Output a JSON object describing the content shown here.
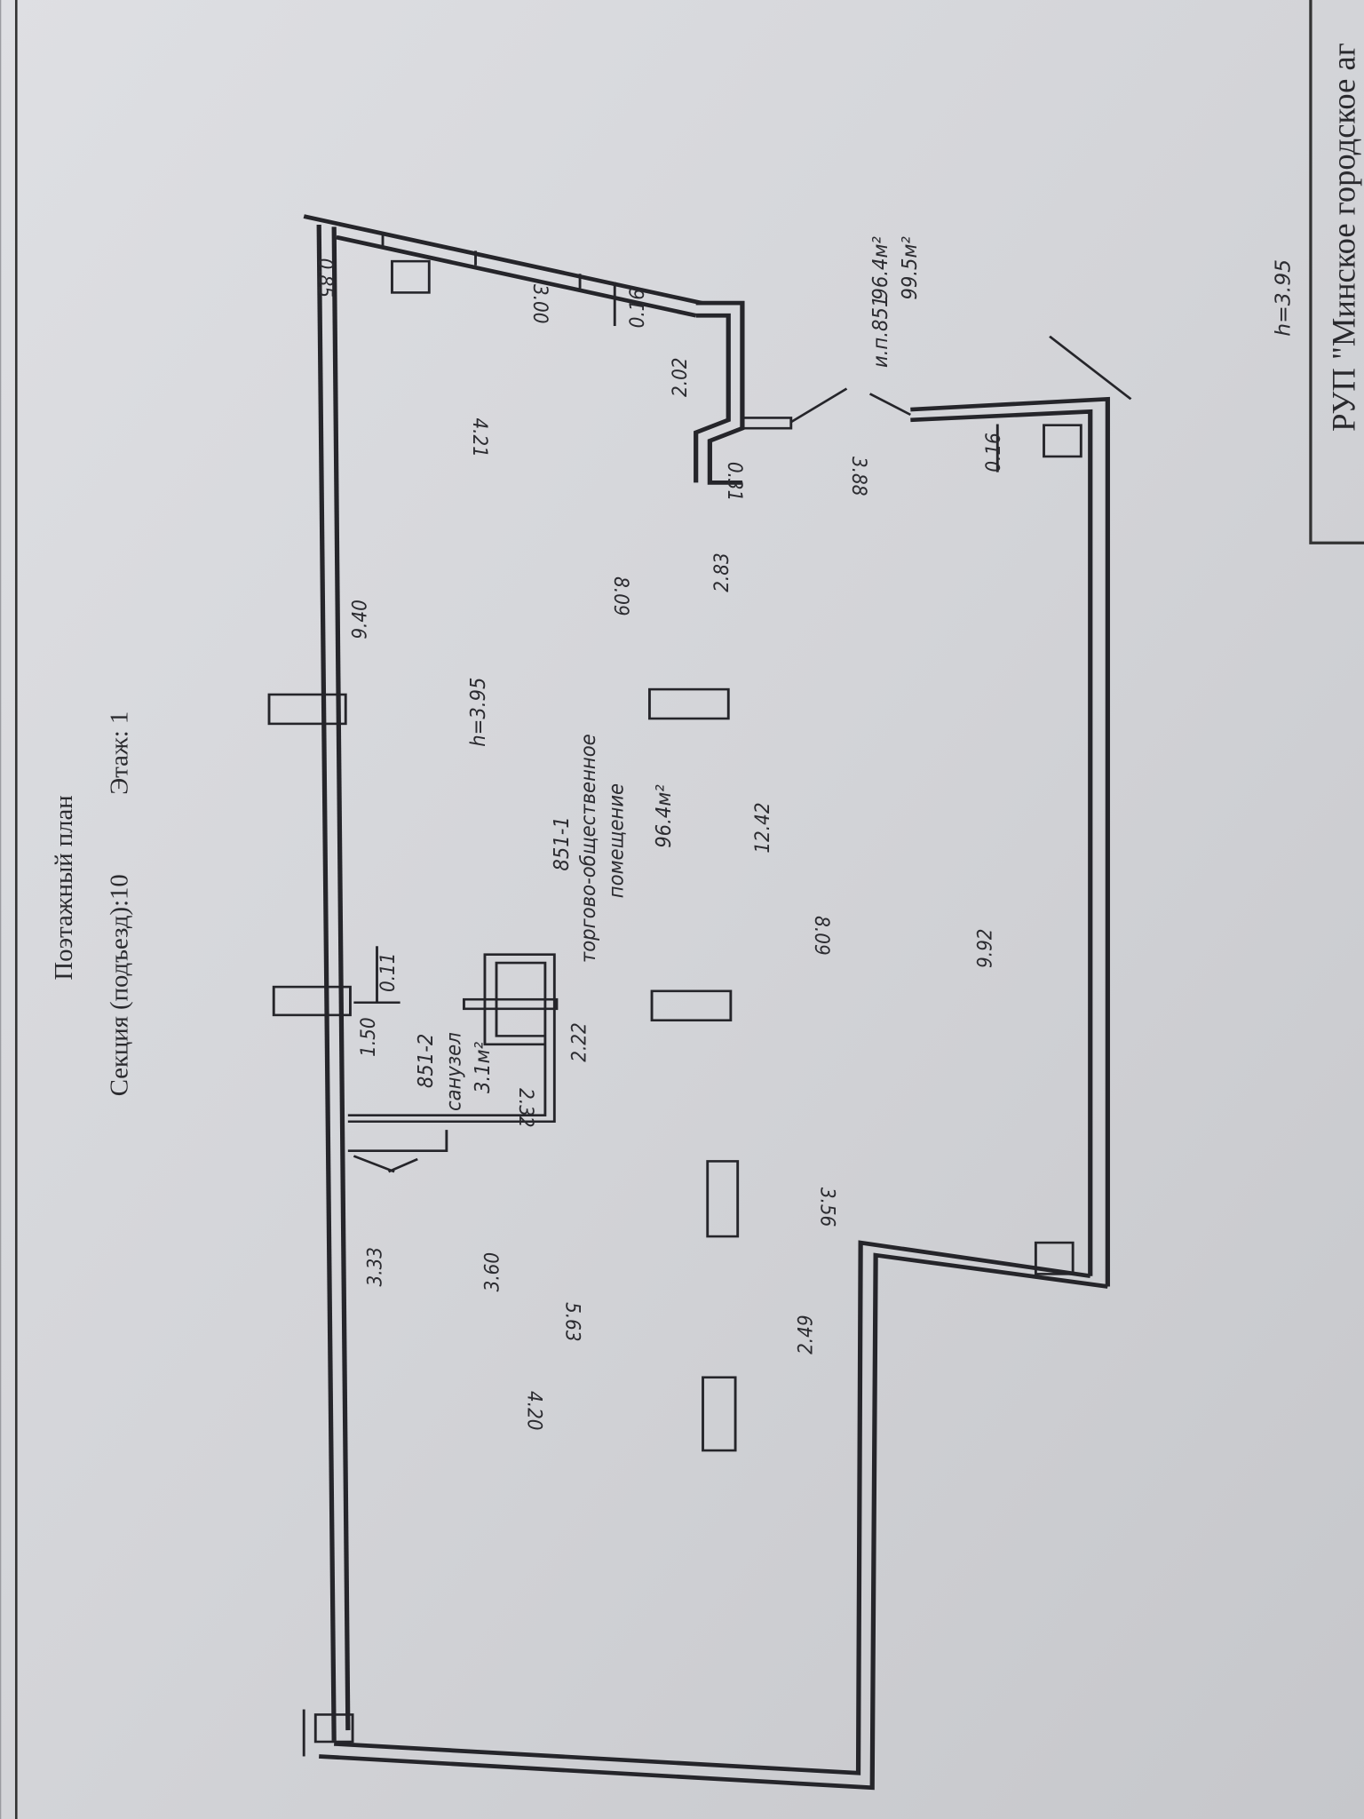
{
  "header": {
    "title": "Поэтажный план",
    "section": "Секция (подъезд):10",
    "floor": "Этаж: 1"
  },
  "stamp": {
    "organization": "РУП \"Минское городское аг",
    "height": "h=3.95"
  },
  "summary": {
    "unit": "и.п.851",
    "area_living": "96.4м²",
    "area_total": "99.5м²"
  },
  "rooms": [
    {
      "id": "851-1",
      "name": "торгово-общественное",
      "name2": "помещение",
      "area": "96.4м²",
      "height": "h=3.95"
    },
    {
      "id": "851-2",
      "name": "санузел",
      "area": "3.1м²"
    }
  ],
  "dimensions": [
    "9.40",
    "0.85",
    "3.00",
    "0.16",
    "2.02",
    "4.21",
    "0.31",
    "3.88",
    "0.16",
    "8.09",
    "2.83",
    "12.42",
    "8.09",
    "9.92",
    "3.56",
    "1.50",
    "0.11",
    "2.22",
    "2.32",
    "3.33",
    "3.60",
    "5.63",
    "2.49",
    "4.20"
  ]
}
